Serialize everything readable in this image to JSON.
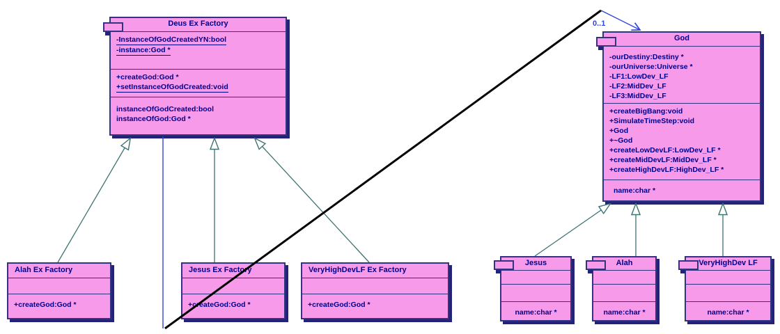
{
  "diagram": {
    "type": "uml-class-diagram",
    "association": {
      "multiplicity_label": "0..1"
    },
    "colors": {
      "box_fill": "#F89AEA",
      "box_border": "#333380",
      "box_shadow": "#23237B",
      "member_text": "#00008B",
      "generalization_line": "#3C7373",
      "association_blue": "#2E46DB",
      "association_black": "#000000",
      "background": "#FFFFFF"
    },
    "classes": {
      "deus": {
        "title": "Deus Ex Factory",
        "attrs": [
          "-InstanceOfGodCreatedYN:bool",
          "-instance:God *"
        ],
        "ops": [
          "+createGod:God *",
          "+setInstanceOfGodCreated:void"
        ],
        "props": [
          "instanceOfGodCreated:bool",
          "instanceOfGod:God *"
        ]
      },
      "god": {
        "title": "God",
        "attrs": [
          "-ourDestiny:Destiny *",
          "-ourUniverse:Universe *",
          "-LF1:LowDev_LF",
          "-LF2:MidDev_LF",
          "-LF3:MidDev_LF"
        ],
        "ops": [
          "+createBigBang:void",
          "+SimulateTimeStep:void",
          "+God",
          "+~God",
          "+createLowDevLF:LowDev_LF *",
          "+createMidDevLF:MidDev_LF *",
          "+createHighDevLF:HighDev_LF *"
        ],
        "props": [
          "name:char *"
        ]
      },
      "alah_factory": {
        "title": "Alah Ex Factory",
        "ops": [
          "+createGod:God *"
        ]
      },
      "jesus_factory": {
        "title": "Jesus Ex Factory",
        "ops": [
          "+createGod:God *"
        ]
      },
      "vhd_factory": {
        "title": "VeryHighDevLF Ex Factory",
        "ops": [
          "+createGod:God *"
        ]
      },
      "jesus": {
        "title": "Jesus",
        "props": [
          "name:char *"
        ]
      },
      "alah": {
        "title": "Alah",
        "props": [
          "name:char *"
        ]
      },
      "vhd": {
        "title": "VeryHighDev LF",
        "props": [
          "name:char *"
        ]
      }
    }
  }
}
